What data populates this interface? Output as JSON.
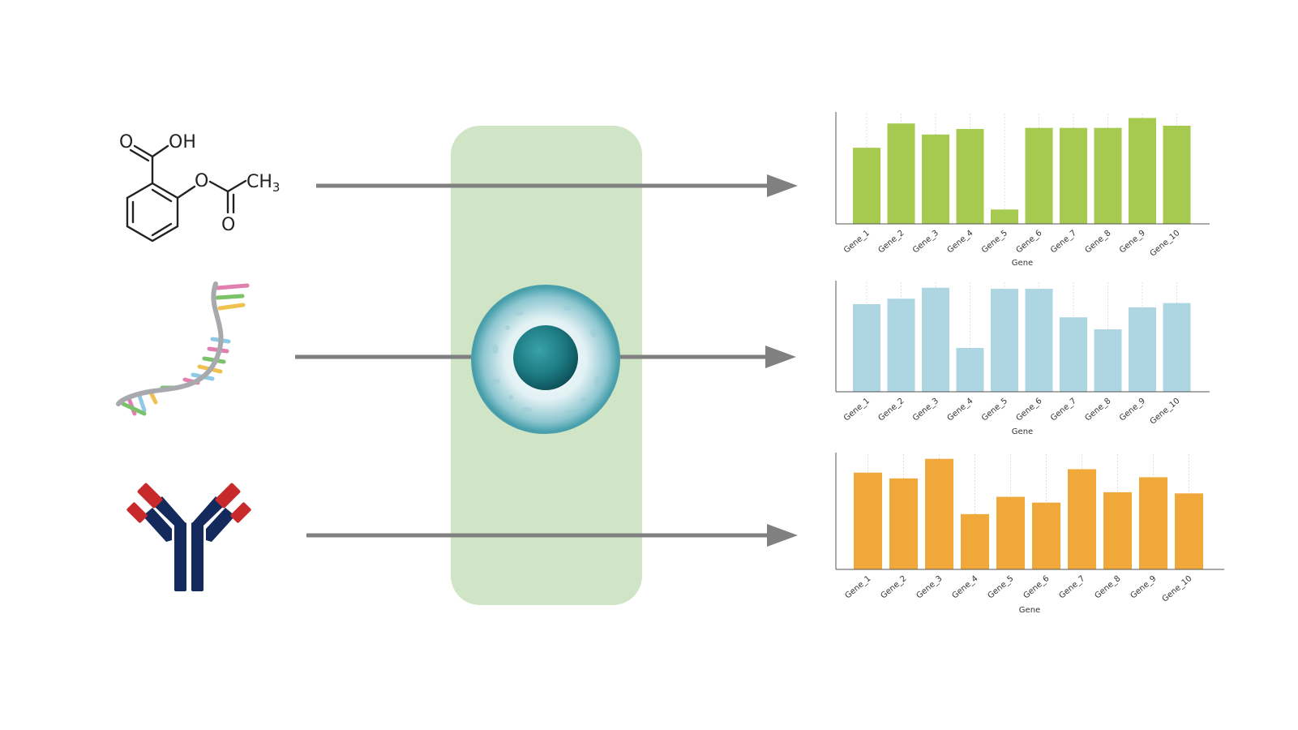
{
  "inputs": {
    "molecule": {
      "icon": "aspirin-molecule-icon",
      "labels": {
        "carbonyl_oxygen": "O",
        "hydroxyl": "OH",
        "ester_oxygen": "O",
        "methyl": "CH",
        "methyl_subscript": "3",
        "acetyl_oxygen": "O"
      }
    },
    "nucleic_acid": {
      "icon": "dna-strand-icon"
    },
    "antibody": {
      "icon": "antibody-icon"
    }
  },
  "cell": {
    "icon": "cell-icon"
  },
  "colors": {
    "panel": "#d0e4c6",
    "arrow": "#808080",
    "bars": [
      "#a6ca4f",
      "#add5e2",
      "#f0a83b"
    ],
    "antibody_blue": "#142a5c",
    "antibody_red": "#c8292a",
    "cell_nucleus": "#1d7a82"
  },
  "chart_data": [
    {
      "type": "bar",
      "categories": [
        "Gene_1",
        "Gene_2",
        "Gene_3",
        "Gene_4",
        "Gene_5",
        "Gene_6",
        "Gene_7",
        "Gene_8",
        "Gene_9",
        "Gene_10"
      ],
      "values": [
        0.69,
        0.91,
        0.81,
        0.86,
        0.13,
        0.87,
        0.87,
        0.87,
        0.96,
        0.89
      ],
      "xlabel": "Gene",
      "ylabel": "",
      "ylim": [
        0,
        1
      ],
      "grid": "x",
      "color": "#a6ca4f"
    },
    {
      "type": "bar",
      "categories": [
        "Gene_1",
        "Gene_2",
        "Gene_3",
        "Gene_4",
        "Gene_5",
        "Gene_6",
        "Gene_7",
        "Gene_8",
        "Gene_9",
        "Gene_10"
      ],
      "values": [
        0.8,
        0.85,
        0.95,
        0.4,
        0.94,
        0.94,
        0.68,
        0.57,
        0.77,
        0.81
      ],
      "xlabel": "Gene",
      "ylabel": "",
      "ylim": [
        0,
        1
      ],
      "grid": "x",
      "color": "#add5e2"
    },
    {
      "type": "bar",
      "categories": [
        "Gene_1",
        "Gene_2",
        "Gene_3",
        "Gene_4",
        "Gene_5",
        "Gene_6",
        "Gene_7",
        "Gene_8",
        "Gene_9",
        "Gene_10"
      ],
      "values": [
        0.84,
        0.79,
        0.96,
        0.48,
        0.63,
        0.58,
        0.87,
        0.67,
        0.8,
        0.66
      ],
      "xlabel": "Gene",
      "ylabel": "",
      "ylim": [
        0,
        1
      ],
      "grid": "x",
      "color": "#f0a83b"
    }
  ]
}
